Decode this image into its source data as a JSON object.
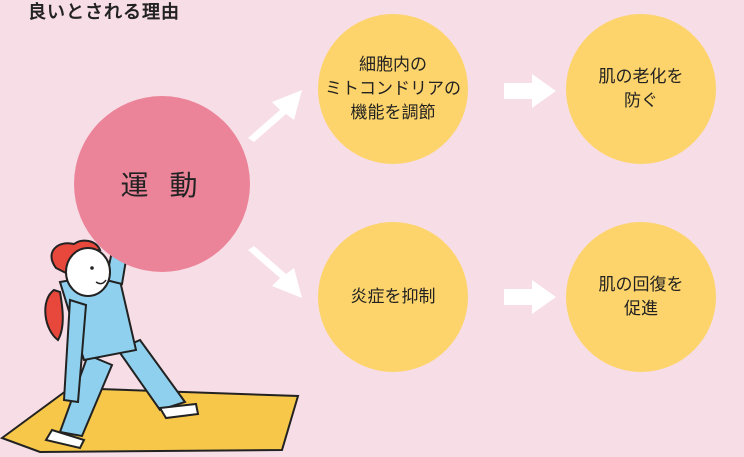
{
  "title": "良いとされる理由",
  "nodes": {
    "exercise": "運 動",
    "mitochondria": "細胞内の\nミトコンドリアの\n機能を調節",
    "anti_aging": "肌の老化を\n防ぐ",
    "inflammation": "炎症を抑制",
    "recovery": "肌の回復を\n促進"
  },
  "colors": {
    "background": "#f7dde6",
    "main_circle": "#ec8499",
    "result_circle": "#fdd46b",
    "arrow": "#ffffff",
    "mat": "#f7c74a"
  },
  "icons": {
    "arrow": "right-arrow-icon",
    "figure": "woman-stretching-illustration"
  }
}
